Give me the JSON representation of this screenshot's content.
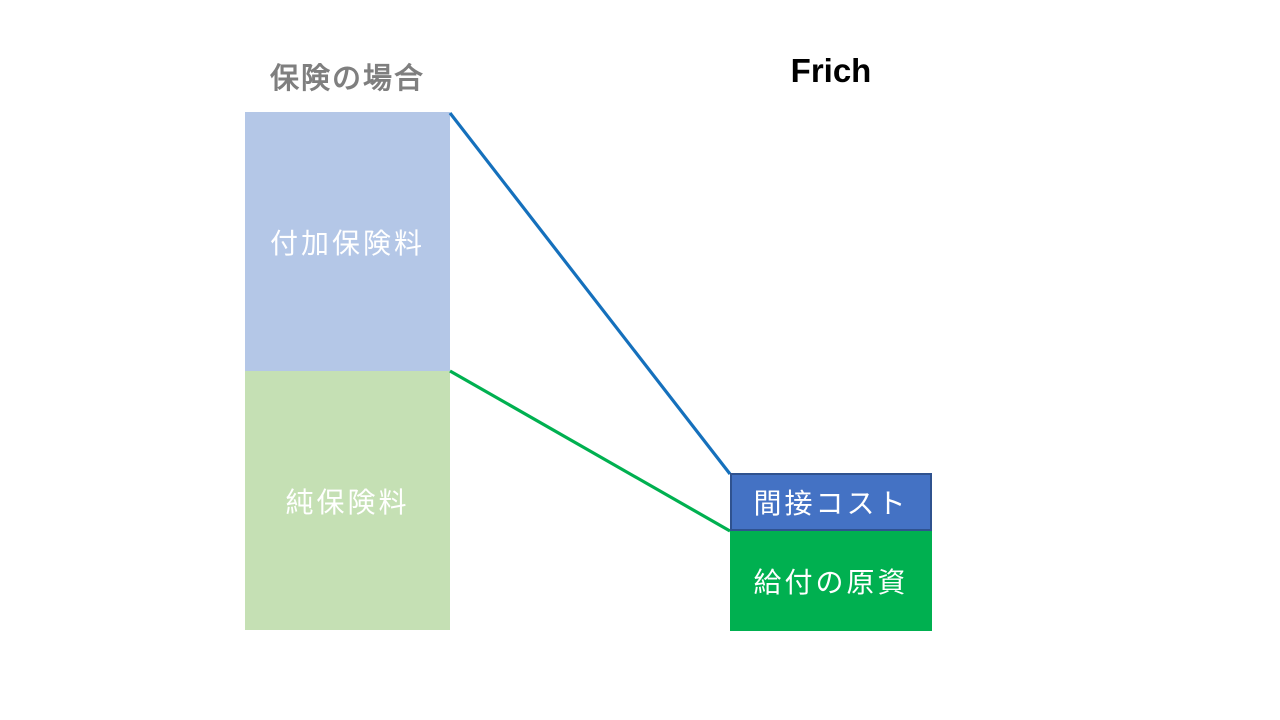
{
  "canvas": {
    "background": "#ffffff"
  },
  "left_column": {
    "title": "保険の場合",
    "title_color": "#7f7f7f",
    "blocks": [
      {
        "id": "loading-premium",
        "label": "付加保険料",
        "fill": "#b4c7e7",
        "text_color": "#ffffff"
      },
      {
        "id": "pure-premium",
        "label": "純保険料",
        "fill": "#c5e0b4",
        "text_color": "#ffffff"
      }
    ]
  },
  "right_column": {
    "title": "Frich",
    "title_color": "#000000",
    "blocks": [
      {
        "id": "indirect-cost",
        "label": "間接コスト",
        "fill": "#4472c4",
        "border_color": "#2f528f",
        "text_color": "#ffffff"
      },
      {
        "id": "benefit-fund",
        "label": "給付の原資",
        "fill": "#00b050",
        "text_color": "#ffffff"
      }
    ]
  },
  "connectors": [
    {
      "id": "indirect-cost-link",
      "color": "#1570bc"
    },
    {
      "id": "benefit-fund-link",
      "color": "#00b050"
    }
  ]
}
